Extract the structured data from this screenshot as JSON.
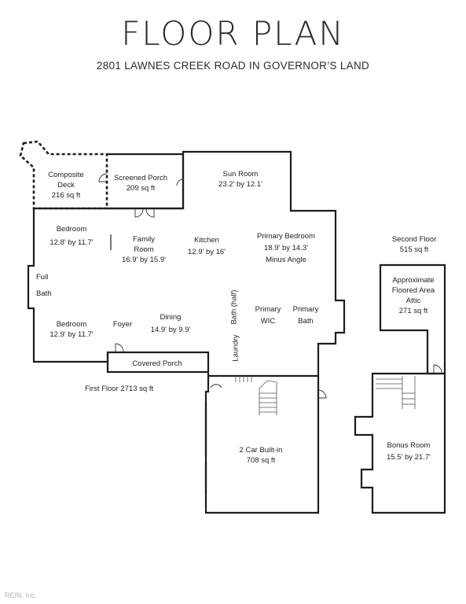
{
  "header": {
    "title": "FLOOR PLAN",
    "subtitle": "2801 LAWNES CREEK ROAD IN GOVERNOR’S LAND"
  },
  "rooms": {
    "composite_deck": {
      "name": "Composite",
      "name2": "Deck",
      "size": "216 sq ft"
    },
    "screened_porch": {
      "name": "Screened Porch",
      "size": "209 sq ft"
    },
    "sun_room": {
      "name": "Sun Room",
      "size": "23.2' by 12.1'"
    },
    "bedroom_1": {
      "name": "Bedroom",
      "size": "12.8' by 11.7'"
    },
    "family_room": {
      "name": "Family",
      "name2": "Room",
      "size": "16.9' by 15.9'"
    },
    "kitchen": {
      "name": "Kitchen",
      "size": "12.9' by 16'"
    },
    "primary_bedroom": {
      "name": "Primary Bedroom",
      "size": "18.9' by 14.3'",
      "note": "Minus Angle"
    },
    "full_bath": {
      "name": "Full",
      "name2": "Bath"
    },
    "bath_half": {
      "name": "Bath (half)"
    },
    "primary_wic": {
      "name": "Primary",
      "name2": "WIC"
    },
    "primary_bath": {
      "name": "Primary",
      "name2": "Bath"
    },
    "bedroom_2": {
      "name": "Bedroom",
      "size": "12.9' by 11.7'"
    },
    "foyer": {
      "name": "Foyer"
    },
    "dining": {
      "name": "Dining",
      "size": "14.9' by 9.9'"
    },
    "laundry": {
      "name": "Laundry"
    },
    "covered_porch": {
      "name": "Covered Porch"
    },
    "garage": {
      "name": "2 Car Built-in",
      "size": "708 sq ft"
    },
    "attic": {
      "name": "Approximate",
      "name2": "Floored Area",
      "name3": "Attic",
      "size": "271 sq ft"
    },
    "bonus_room": {
      "name": "Bonus Room",
      "size": "15.5' by 21.7'"
    }
  },
  "floors": {
    "first": {
      "label": "First Floor 2713 sq ft"
    },
    "second": {
      "name": "Second Floor",
      "size": "515 sq ft"
    }
  },
  "watermark": "REIN, Inc."
}
